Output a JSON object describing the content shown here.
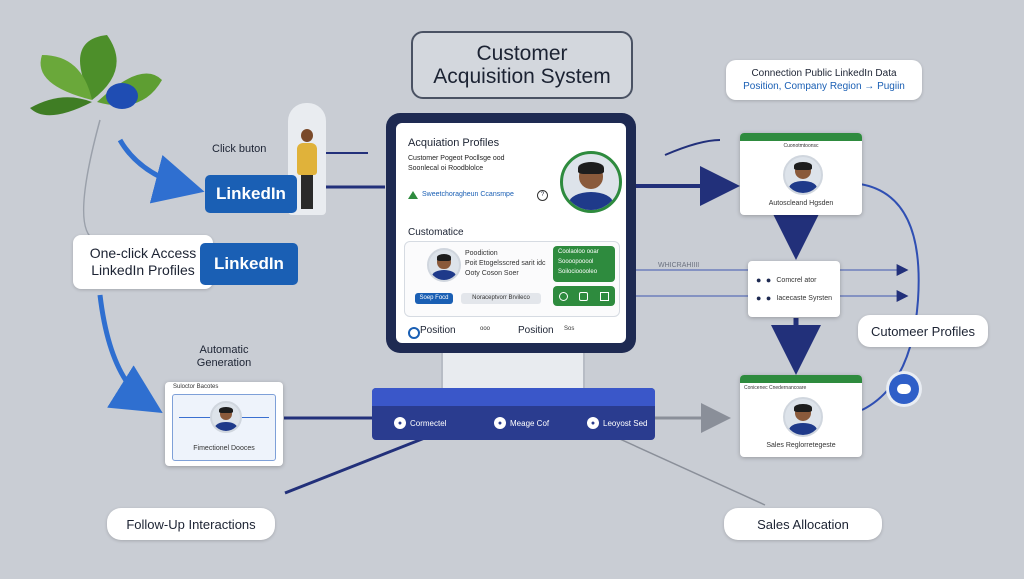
{
  "title": {
    "line1": "Customer",
    "line2": "Acquisition System"
  },
  "left": {
    "click_label": "Click buton",
    "linkedin_top": "LinkedIn",
    "one_click_line1": "One-click Access",
    "one_click_line2": "LinkedIn Profiles",
    "linkedin_mid": "LinkedIn",
    "auto_line1": "Automatic",
    "auto_line2": "Generation",
    "gen_card_header": "Suloctor Bacotes",
    "gen_card_caption": "Fimectionel Dooces",
    "follow_up": "Follow-Up Interactions"
  },
  "screen": {
    "header": "Acquiation Profiles",
    "sub1": "Customer Pogeot Pocllsge ood",
    "sub2": "Soonlecal oi Roodblolce",
    "brand_row": "Sweetchoragheun Ccansmpe",
    "section": "Customatice",
    "row_line1": "Poodiction",
    "row_line2": "Poit Etogelsscred sarit idc",
    "row_line3": "Ooty Coson Soer",
    "green_line1": "Coolaoloo ooar",
    "green_line2": "Soooopooool",
    "green_line3": "Soilociooooleo",
    "blue_chip": "Soep Focd",
    "chip2": "Noraceptvorr Brvileco",
    "pos1": "Position",
    "pos2": "Position",
    "pos1_tag": "ooo",
    "pos2_tag": "Sos"
  },
  "base": {
    "item1": "Cormectel",
    "item2": "Meage Cof",
    "item3": "Leoyost Sed"
  },
  "right": {
    "conn_line1": "Connection Public LinkedIn Data",
    "conn_line2": "Position, Company Region → Pugiin",
    "card1_header": "Cuonotmtoonsc",
    "card1_caption": "Autoscleand Hgsden",
    "faint_label": "WHICRAHIIII",
    "list_item1": "Comcrel ator",
    "list_item2": "Iacecaste Syrsten",
    "customer_profiles": "Cutomeer Profiles",
    "card2_header": "Conicenec Cnedernancoare",
    "card2_caption": "Sales Reglorretegeste",
    "sales_allocation": "Sales Allocation"
  },
  "colors": {
    "accent": "#1a5fb4",
    "navy": "#1e2a52",
    "green": "#2e8b3e",
    "background": "#c9cdd4"
  }
}
